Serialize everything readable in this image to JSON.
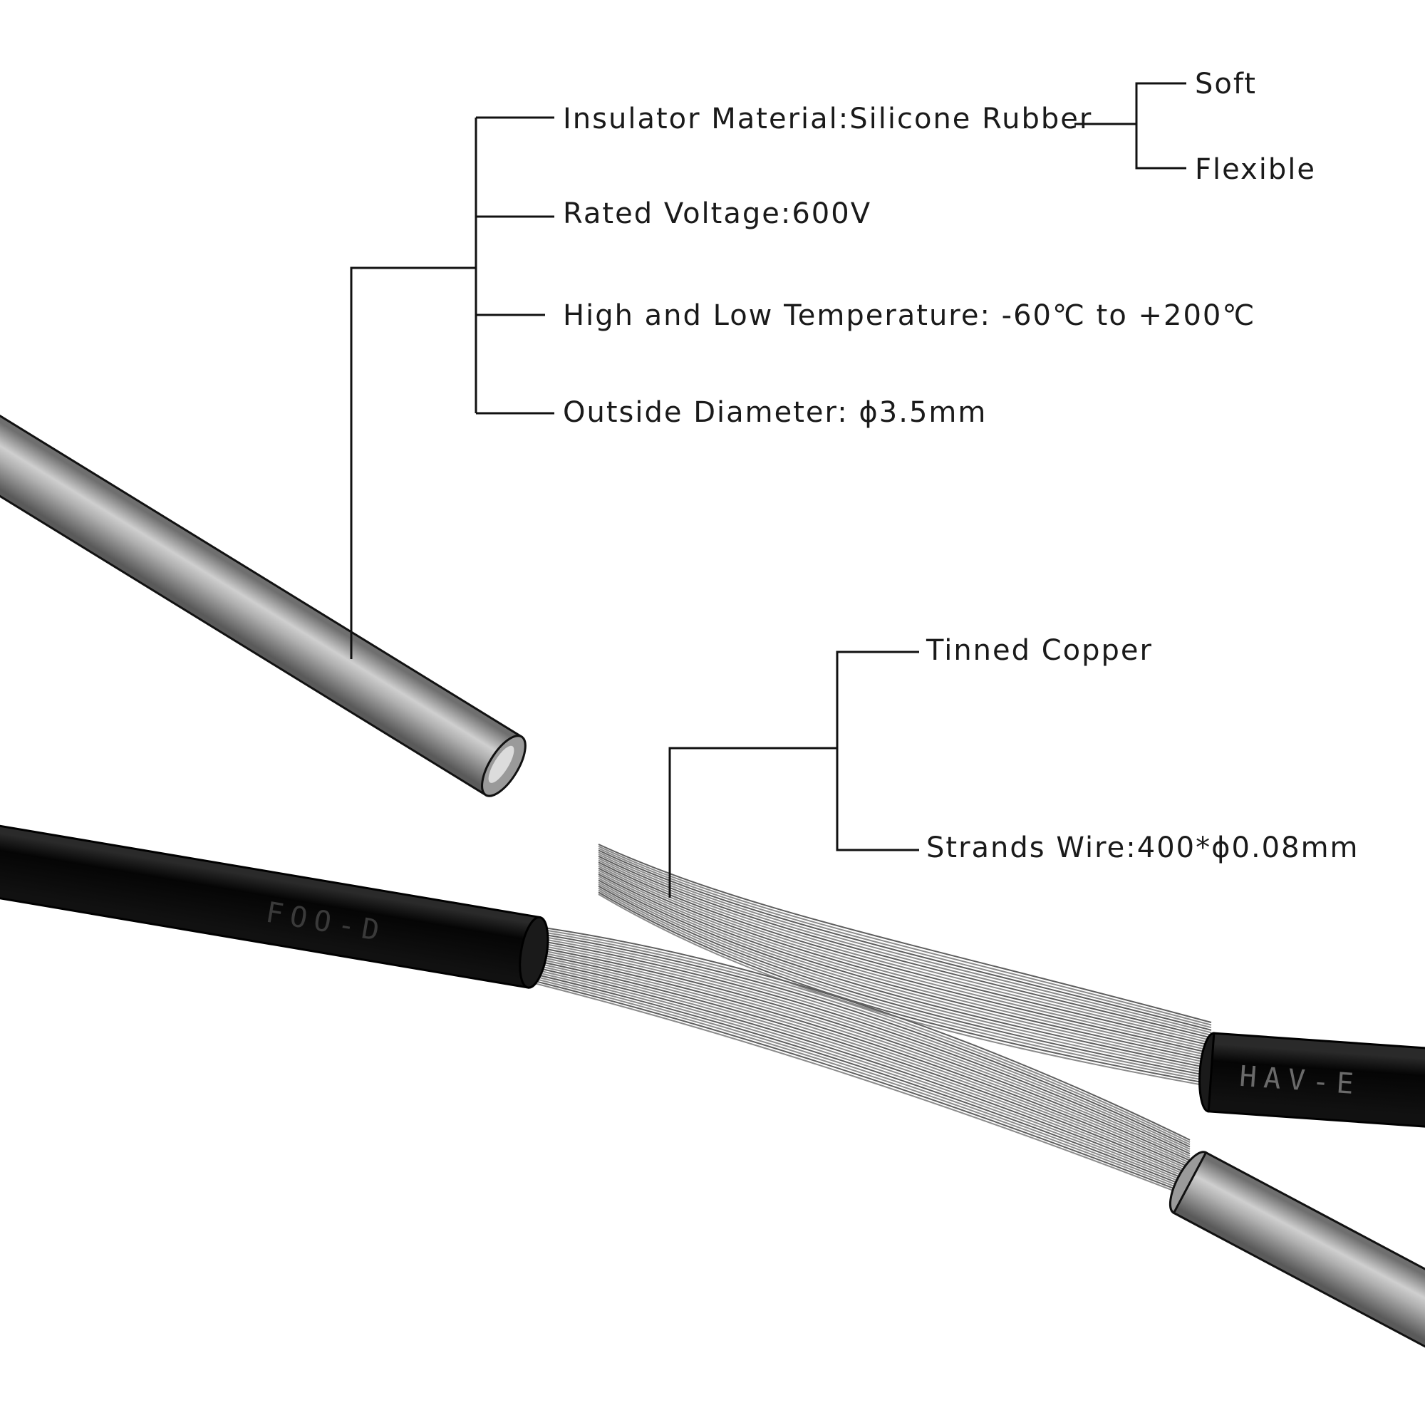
{
  "specs": {
    "insulator": "Insulator Material:Silicone Rubber",
    "insulator_sub": [
      "Soft",
      "Flexible"
    ],
    "voltage": "Rated Voltage:600V",
    "temperature": "High and Low Temperature: -60℃ to +200℃",
    "diameter": "Outside Diameter: ϕ3.5mm"
  },
  "conductor": {
    "material": "Tinned Copper",
    "strands": "Strands Wire:400*ϕ0.08mm"
  },
  "cable_markings": {
    "black_left": "FOO-D",
    "black_right": "HAV-E"
  },
  "colors": {
    "background": "#ffffff",
    "leader_line": "#111111",
    "grey_jacket": "#a9a9a9",
    "black_jacket": "#0d0d0d",
    "strands": "#8a8a8a"
  }
}
